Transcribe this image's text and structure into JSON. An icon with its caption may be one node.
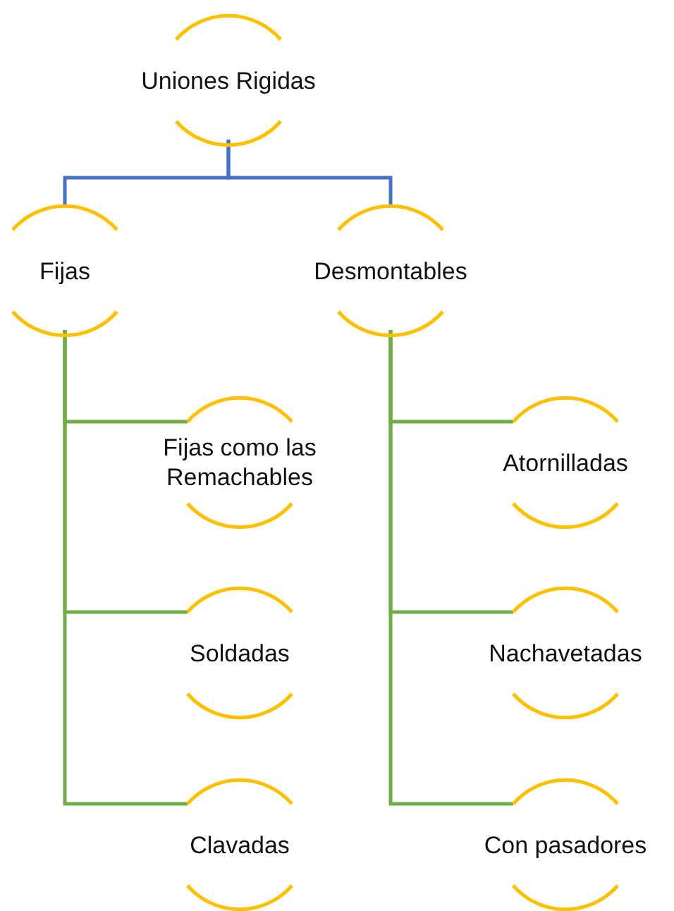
{
  "diagram": {
    "nodes": [
      {
        "text": [
          "Uniones Rigidas"
        ]
      },
      {
        "text": [
          "Fijas"
        ]
      },
      {
        "text": [
          "Desmontables"
        ]
      },
      {
        "text": [
          "Fijas como las Remachables"
        ]
      },
      {
        "text": [
          "Soldadas"
        ]
      },
      {
        "text": [
          "Clavadas"
        ]
      },
      {
        "text": [
          "Atornilladas"
        ]
      },
      {
        "text": [
          "Nachavetadas"
        ]
      },
      {
        "text": [
          "Con pasadores"
        ]
      }
    ],
    "edges": [
      {
        "from": 0,
        "to": 1,
        "arrow": "none",
        "color": "#4472c4"
      },
      {
        "from": 0,
        "to": 2,
        "arrow": "none",
        "color": "#4472c4"
      },
      {
        "from": 1,
        "to": 3,
        "arrow": "none"
      },
      {
        "from": 1,
        "to": 4,
        "arrow": "none"
      },
      {
        "from": 1,
        "to": 5,
        "arrow": "none"
      },
      {
        "from": 2,
        "to": 6,
        "arrow": "none"
      },
      {
        "from": 2,
        "to": 7,
        "arrow": "none"
      },
      {
        "from": 2,
        "to": 8,
        "arrow": "none"
      }
    ]
  }
}
